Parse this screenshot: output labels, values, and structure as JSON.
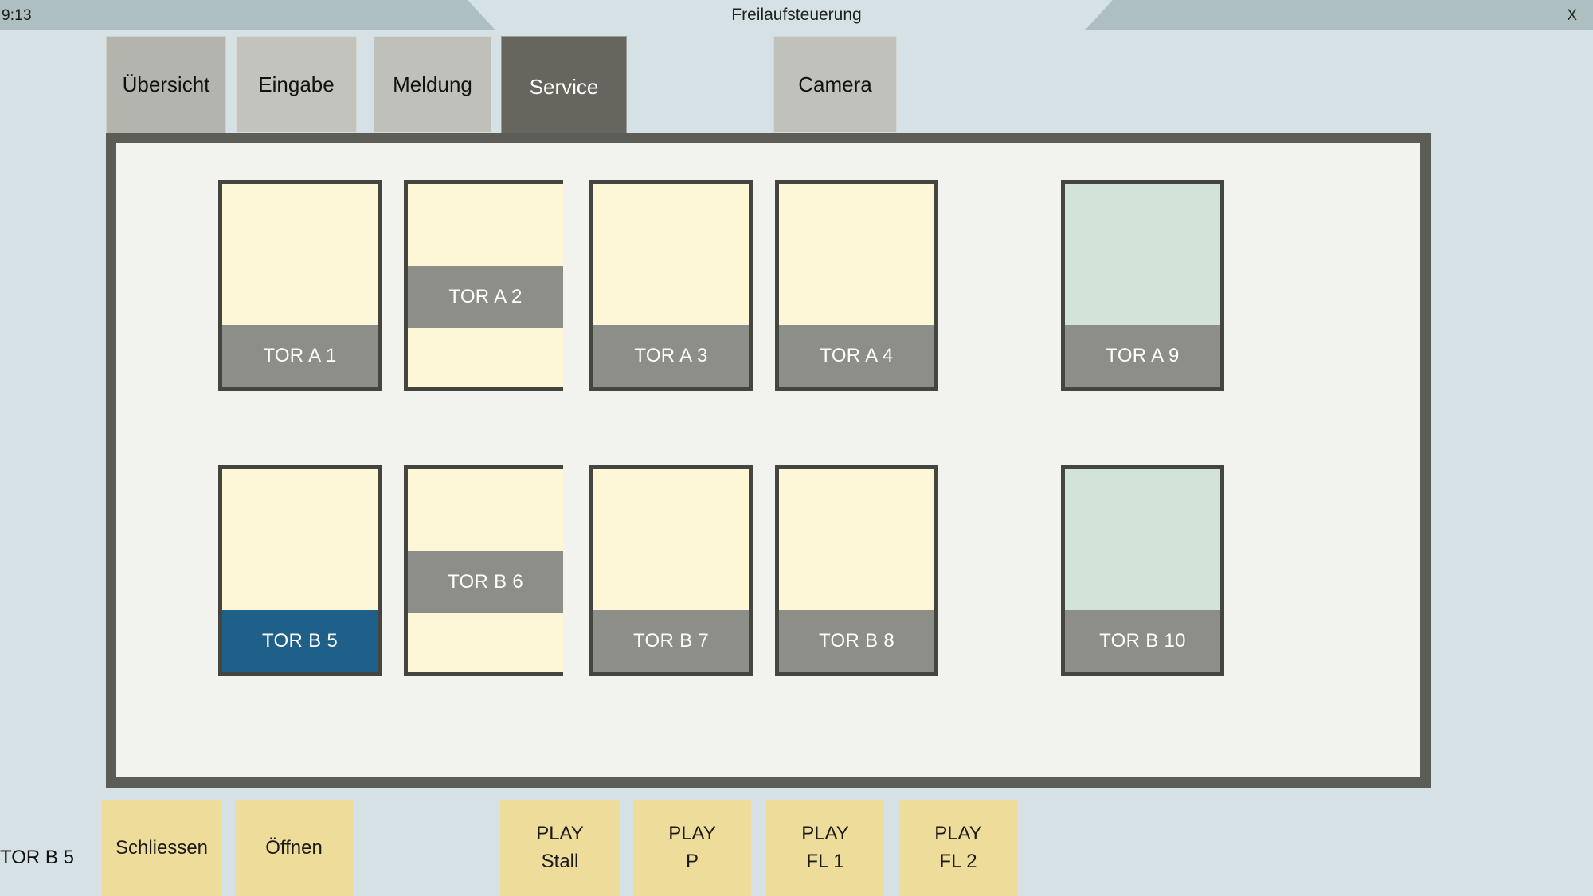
{
  "window": {
    "clock": "9:13",
    "title": "Freilaufsteuerung",
    "close_label": "X"
  },
  "tabs": [
    {
      "label": "Übersicht",
      "active": false
    },
    {
      "label": "Eingabe",
      "active": false
    },
    {
      "label": "Meldung",
      "active": false
    },
    {
      "label": "Service",
      "active": true
    },
    {
      "label": "Camera",
      "active": false
    }
  ],
  "colors": {
    "cream": "#fdf7d7",
    "grey_label": "#8e8e88",
    "green": "#d2e3d8",
    "blue_selected": "#1f6089",
    "panel_bg": "#f2f2ee",
    "panel_border": "#5d5d58",
    "gate_border": "#45453f",
    "button_yellow": "#eedc9a",
    "titlebar": "#aebfc2",
    "background": "#d6e1e6"
  },
  "gates": [
    {
      "name": "TOR A 1",
      "row": 1,
      "col": 1,
      "body": "cream",
      "label_color": "grey_label",
      "layout": "bottom"
    },
    {
      "name": "TOR A 2",
      "row": 1,
      "col": 2,
      "body": "cream",
      "label_color": "grey_label",
      "layout": "middle"
    },
    {
      "name": "TOR A 3",
      "row": 1,
      "col": 3,
      "body": "cream",
      "label_color": "grey_label",
      "layout": "bottom"
    },
    {
      "name": "TOR A 4",
      "row": 1,
      "col": 4,
      "body": "cream",
      "label_color": "grey_label",
      "layout": "bottom"
    },
    {
      "name": "TOR A 9",
      "row": 1,
      "col": 5,
      "body": "green",
      "label_color": "grey_label",
      "layout": "bottom"
    },
    {
      "name": "TOR B 5",
      "row": 2,
      "col": 1,
      "body": "cream",
      "label_color": "blue_selected",
      "layout": "bottom"
    },
    {
      "name": "TOR B 6",
      "row": 2,
      "col": 2,
      "body": "cream",
      "label_color": "grey_label",
      "layout": "middle"
    },
    {
      "name": "TOR B 7",
      "row": 2,
      "col": 3,
      "body": "cream",
      "label_color": "grey_label",
      "layout": "bottom"
    },
    {
      "name": "TOR B 8",
      "row": 2,
      "col": 4,
      "body": "cream",
      "label_color": "grey_label",
      "layout": "bottom"
    },
    {
      "name": "TOR B 10",
      "row": 2,
      "col": 5,
      "body": "green",
      "label_color": "grey_label",
      "layout": "bottom"
    }
  ],
  "bottom": {
    "selected_gate": "TOR B 5",
    "buttons": [
      {
        "line1": "Schliessen",
        "line2": ""
      },
      {
        "line1": "Öffnen",
        "line2": ""
      },
      {
        "line1": "PLAY",
        "line2": "Stall"
      },
      {
        "line1": "PLAY",
        "line2": "P"
      },
      {
        "line1": "PLAY",
        "line2": "FL 1"
      },
      {
        "line1": "PLAY",
        "line2": "FL 2"
      }
    ]
  }
}
